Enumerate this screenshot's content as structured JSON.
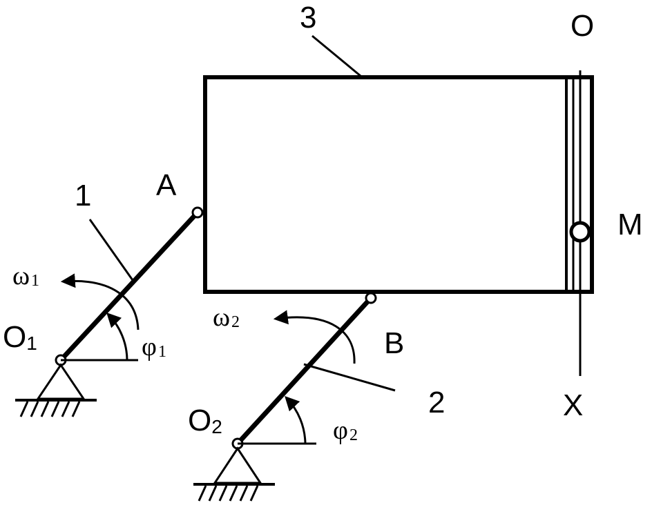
{
  "labels": {
    "plate_number": "3",
    "link1_number": "1",
    "link2_number": "2",
    "point_A": "A",
    "point_B": "B",
    "point_M": "M",
    "axis_O": "O",
    "axis_X": "X",
    "pivot_O1": {
      "base": "O",
      "sub": "1"
    },
    "pivot_O2": {
      "base": "O",
      "sub": "2"
    },
    "omega1": {
      "base": "ω",
      "sub": "1"
    },
    "omega2": {
      "base": "ω",
      "sub": "2"
    },
    "phi1": {
      "base": "φ",
      "sub": "1"
    },
    "phi2": {
      "base": "φ",
      "sub": "2"
    }
  }
}
